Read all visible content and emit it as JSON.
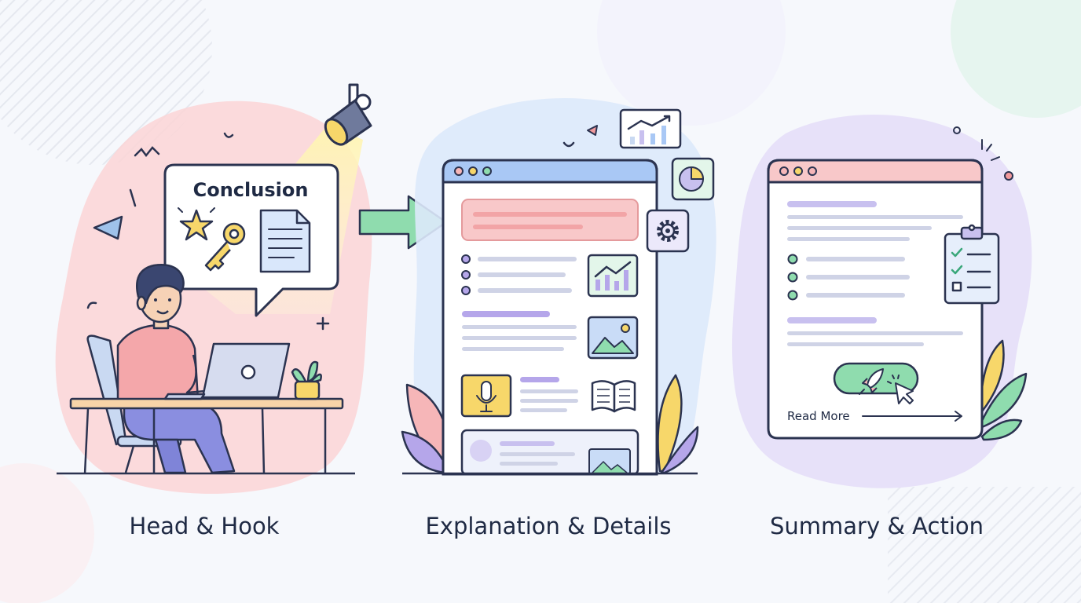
{
  "speech_bubble": {
    "title": "Conclusion"
  },
  "panels": [
    {
      "caption": "Head & Hook"
    },
    {
      "caption": "Explanation & Details"
    },
    {
      "caption": "Summary & Action"
    }
  ],
  "summary_page": {
    "read_more_label": "Read More"
  },
  "icons": [
    "spotlight-icon",
    "star-icon",
    "key-icon",
    "document-icon",
    "arrow-right-icon",
    "gear-icon",
    "pie-chart-icon",
    "line-chart-icon",
    "bar-chart-icon",
    "image-icon",
    "microphone-icon",
    "book-icon",
    "clipboard-checklist-icon",
    "rocket-icon",
    "cursor-icon",
    "laptop-icon",
    "plant-icon"
  ],
  "colors": {
    "outline": "#2b3350",
    "pink": "#f6b6b8",
    "lavender": "#c7b9ef",
    "green": "#8fdcae",
    "blue_bar": "#a9c8f5",
    "yellow": "#f7d76a"
  }
}
